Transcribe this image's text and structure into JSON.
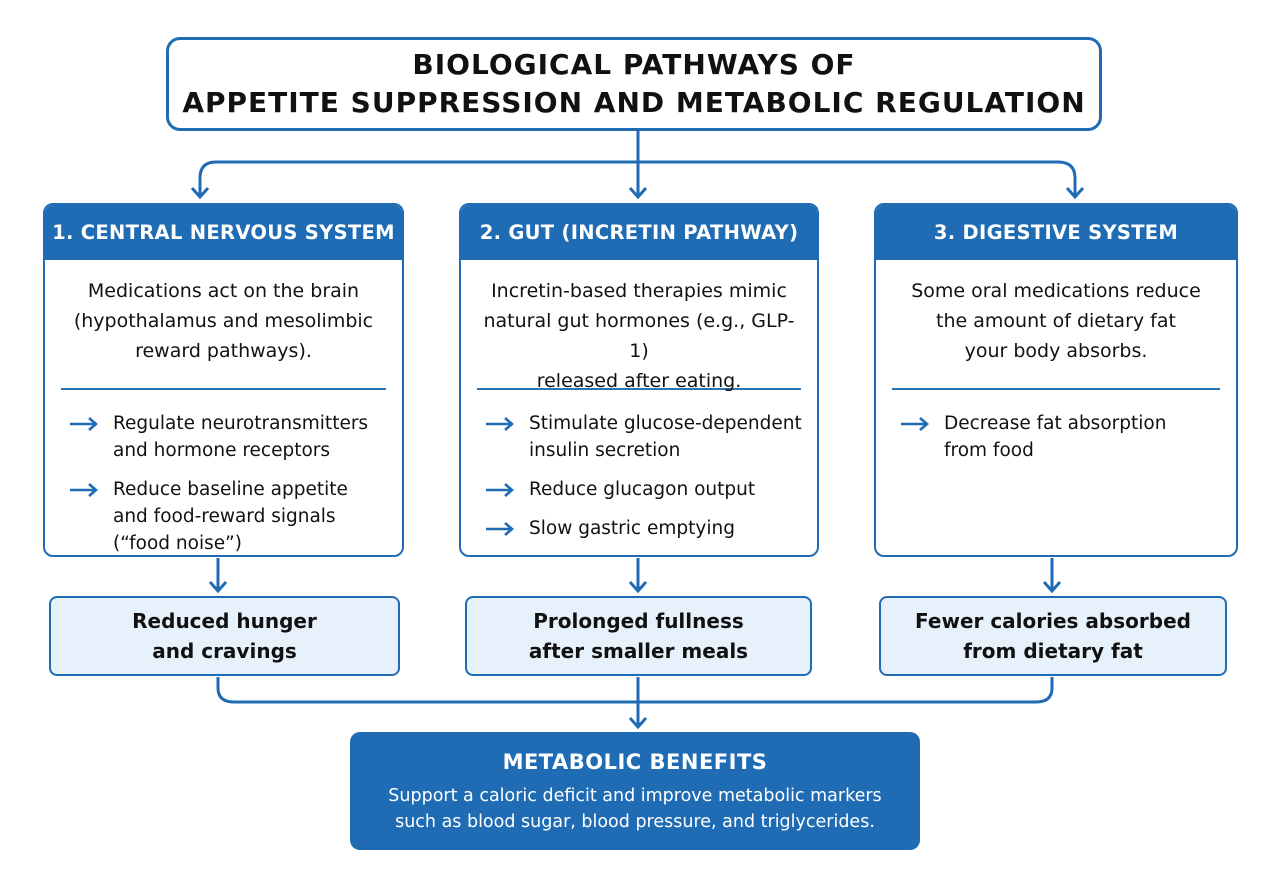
{
  "title": {
    "line1": "BIOLOGICAL PATHWAYS OF",
    "line2": "APPETITE SUPPRESSION AND METABOLIC REGULATION"
  },
  "pathways": [
    {
      "header": "1. CENTRAL NERVOUS SYSTEM",
      "description": "Medications act on the brain\n(hypothalamus and mesolimbic\nreward pathways).",
      "bullets": [
        "Regulate neurotransmitters\nand hormone receptors",
        "Reduce baseline appetite\nand food-reward signals\n(“food noise”)"
      ],
      "outcome": "Reduced hunger\nand cravings"
    },
    {
      "header": "2. GUT (INCRETIN PATHWAY)",
      "description": "Incretin-based therapies mimic\nnatural gut hormones (e.g., GLP-1)\nreleased after eating.",
      "bullets": [
        "Stimulate glucose-dependent\ninsulin secretion",
        "Reduce glucagon output",
        "Slow gastric emptying"
      ],
      "outcome": "Prolonged fullness\nafter smaller meals"
    },
    {
      "header": "3. DIGESTIVE SYSTEM",
      "description": "Some oral medications reduce\nthe amount of dietary fat\nyour body absorbs.",
      "bullets": [
        "Decrease fat absorption\nfrom food"
      ],
      "outcome": "Fewer calories absorbed\nfrom dietary fat"
    }
  ],
  "benefits": {
    "title": "METABOLIC BENEFITS",
    "text": "Support a caloric deficit and improve metabolic markers\nsuch as blood sugar, blood pressure, and triglycerides."
  },
  "colors": {
    "primary": "#1f6cb5",
    "outcome_fill": "#e7f1fb",
    "text": "#111111"
  },
  "icons": {
    "bullet": "arrow-right-icon",
    "connector": "arrow-down-icon"
  }
}
